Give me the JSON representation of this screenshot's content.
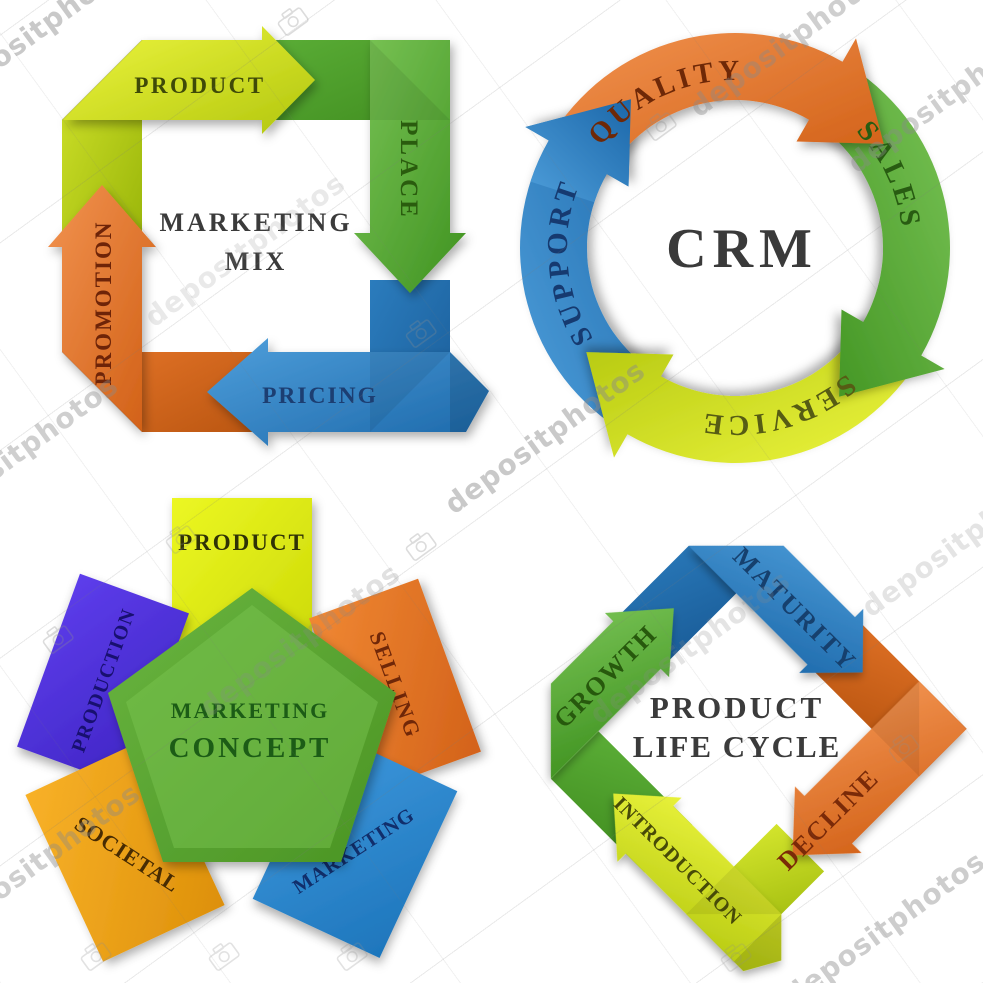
{
  "watermark": {
    "text": "depositphotos"
  },
  "marketing_mix": {
    "title_line1": "MARKETING",
    "title_line2": "MIX",
    "arrows": [
      {
        "label": "PRODUCT",
        "color": "#cde02a"
      },
      {
        "label": "PLACE",
        "color": "#58ad33"
      },
      {
        "label": "PRICING",
        "color": "#2e84c8"
      },
      {
        "label": "PROMOTION",
        "color": "#e4762b"
      }
    ]
  },
  "crm": {
    "title": "CRM",
    "arrows": [
      {
        "label": "QUALITY",
        "color": "#e4762b"
      },
      {
        "label": "SALES",
        "color": "#5cb13c"
      },
      {
        "label": "SERVICE",
        "color": "#c6d826"
      },
      {
        "label": "SUPPORT",
        "color": "#2f86c9"
      }
    ]
  },
  "marketing_concept": {
    "title_line1": "MARKETING",
    "title_line2": "CONCEPT",
    "cards": [
      {
        "label": "PRODUCT",
        "color": "#e3ef1c"
      },
      {
        "label": "PRODUCTION",
        "color": "#5136e0"
      },
      {
        "label": "SELLING",
        "color": "#ea7f2c"
      },
      {
        "label": "SOCIETAL",
        "color": "#f2a71d"
      },
      {
        "label": "MARKETING",
        "color": "#2f8fd6"
      }
    ]
  },
  "product_life_cycle": {
    "title_line1": "PRODUCT",
    "title_line2": "LIFE CYCLE",
    "arrows": [
      {
        "label": "INTRODUCTION",
        "color": "#c6d826"
      },
      {
        "label": "GROWTH",
        "color": "#5cb13c"
      },
      {
        "label": "MATURITY",
        "color": "#2f86c9"
      },
      {
        "label": "DECLINE",
        "color": "#e4762b"
      }
    ]
  }
}
